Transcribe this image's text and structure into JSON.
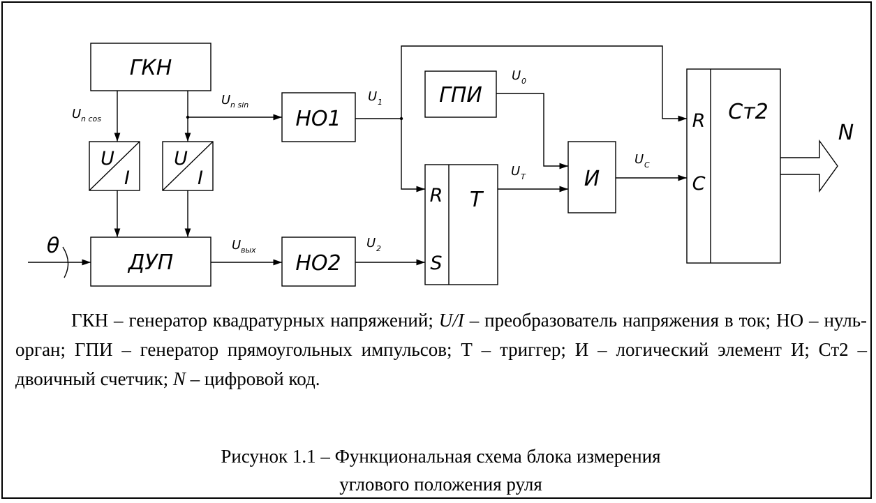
{
  "blocks": {
    "gkn": "ГКН",
    "ui_conv": "U/I",
    "dup": "ДУП",
    "no1": "НО1",
    "no2": "НО2",
    "gpi": "ГПИ",
    "trigger": "T",
    "trigger_r": "R",
    "trigger_s": "S",
    "and": "И",
    "counter": "Ст2",
    "counter_r": "R",
    "counter_c": "C"
  },
  "signals": {
    "theta": "θ",
    "u_ncos": {
      "main": "U",
      "sub": "n cos"
    },
    "u_nsin": {
      "main": "U",
      "sub": "n sin"
    },
    "u_vyx": {
      "main": "U",
      "sub": "вых"
    },
    "u1": {
      "main": "U",
      "sub": "1"
    },
    "u2": {
      "main": "U",
      "sub": "2"
    },
    "u0": {
      "main": "U",
      "sub": "0"
    },
    "ut": {
      "main": "U",
      "sub": "T"
    },
    "uc": {
      "main": "U",
      "sub": "C"
    },
    "n_out": "N"
  },
  "caption": {
    "p1": "ГКН – генератор квадратурных напряжений; ",
    "p1_italic": "U/I",
    "p2": " – преобразователь напряжения в ток; НО – нуль-орган; ГПИ – генератор прямоугольных импульсов; Т – триггер; И – логический элемент И; Ст2 – двоичный счетчик; ",
    "p2_italic": "N",
    "p3": " – цифровой код."
  },
  "figure_title": {
    "line1": "Рисунок 1.1 – Функциональная схема блока измерения",
    "line2": "углового положения руля"
  }
}
